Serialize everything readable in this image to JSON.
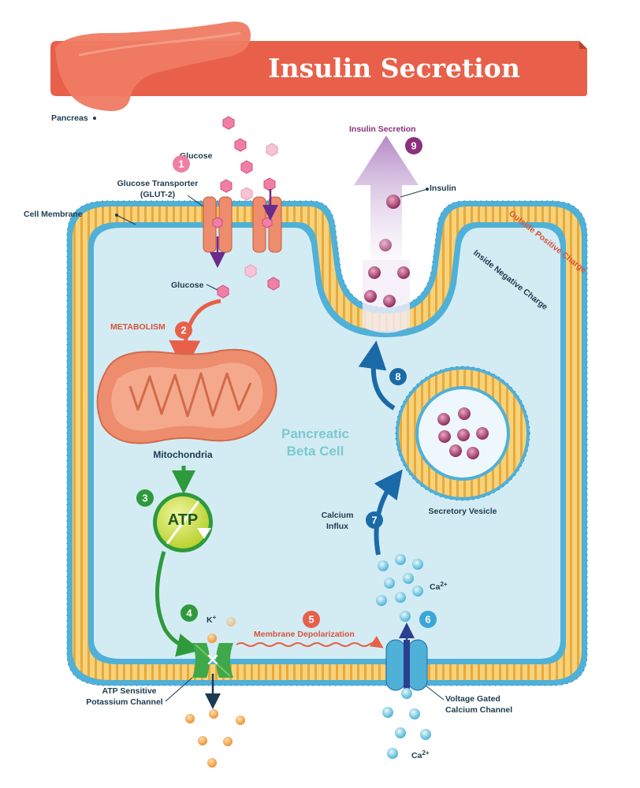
{
  "title": "Insulin Secretion",
  "labels": {
    "pancreas": "Pancreas",
    "glucose_outside": "Glucose",
    "glut2_line1": "Glucose Transporter",
    "glut2_line2": "(GLUT-2)",
    "cell_membrane": "Cell Membrane",
    "glucose_inside": "Glucose",
    "metabolism": "METABOLISM",
    "mitochondria": "Mitochondria",
    "atp": "ATP",
    "k_ion": "K",
    "k_sup": "+",
    "membrane_depolarization": "Membrane Depolarization",
    "katp_line1": "ATP Sensitive",
    "katp_line2": "Potassium Channel",
    "cell_name_line1": "Pancreatic",
    "cell_name_line2": "Beta Cell",
    "insulin_secretion": "Insulin Secretion",
    "insulin": "Insulin",
    "outside_charge": "Outside Positive Charge",
    "inside_charge": "Inside Negative Charge",
    "secretory_vesicle": "Secretory Vesicle",
    "calcium_influx_line1": "Calcium",
    "calcium_influx_line2": "Influx",
    "ca_inside": "Ca",
    "ca_inside_sup": "2+",
    "vgcc_line1": "Voltage Gated",
    "vgcc_line2": "Calcium Channel",
    "ca_outside": "Ca",
    "ca_outside_sup": "2+"
  },
  "steps": [
    "1",
    "2",
    "3",
    "4",
    "5",
    "6",
    "7",
    "8",
    "9"
  ],
  "colors": {
    "title_banner": "#e8604a",
    "cytoplasm": "#d3ecf4",
    "membrane_head": "#4fb0d8",
    "membrane_core": "#f3c250",
    "mitochondria": "#ee8d6e",
    "atp": "#c7dc3a",
    "step1": "#f07fa6",
    "step2": "#e8604a",
    "step3": "#2e9a3c",
    "step4": "#2e9a3c",
    "step5": "#e8604a",
    "step6": "#3aa6d8",
    "step7": "#1b6aa8",
    "step8": "#1b6aa8",
    "step9": "#8b2f7e",
    "insulin": "#b03a6b",
    "potassium": "#f3a54b",
    "calcium": "#6cc7e0"
  }
}
